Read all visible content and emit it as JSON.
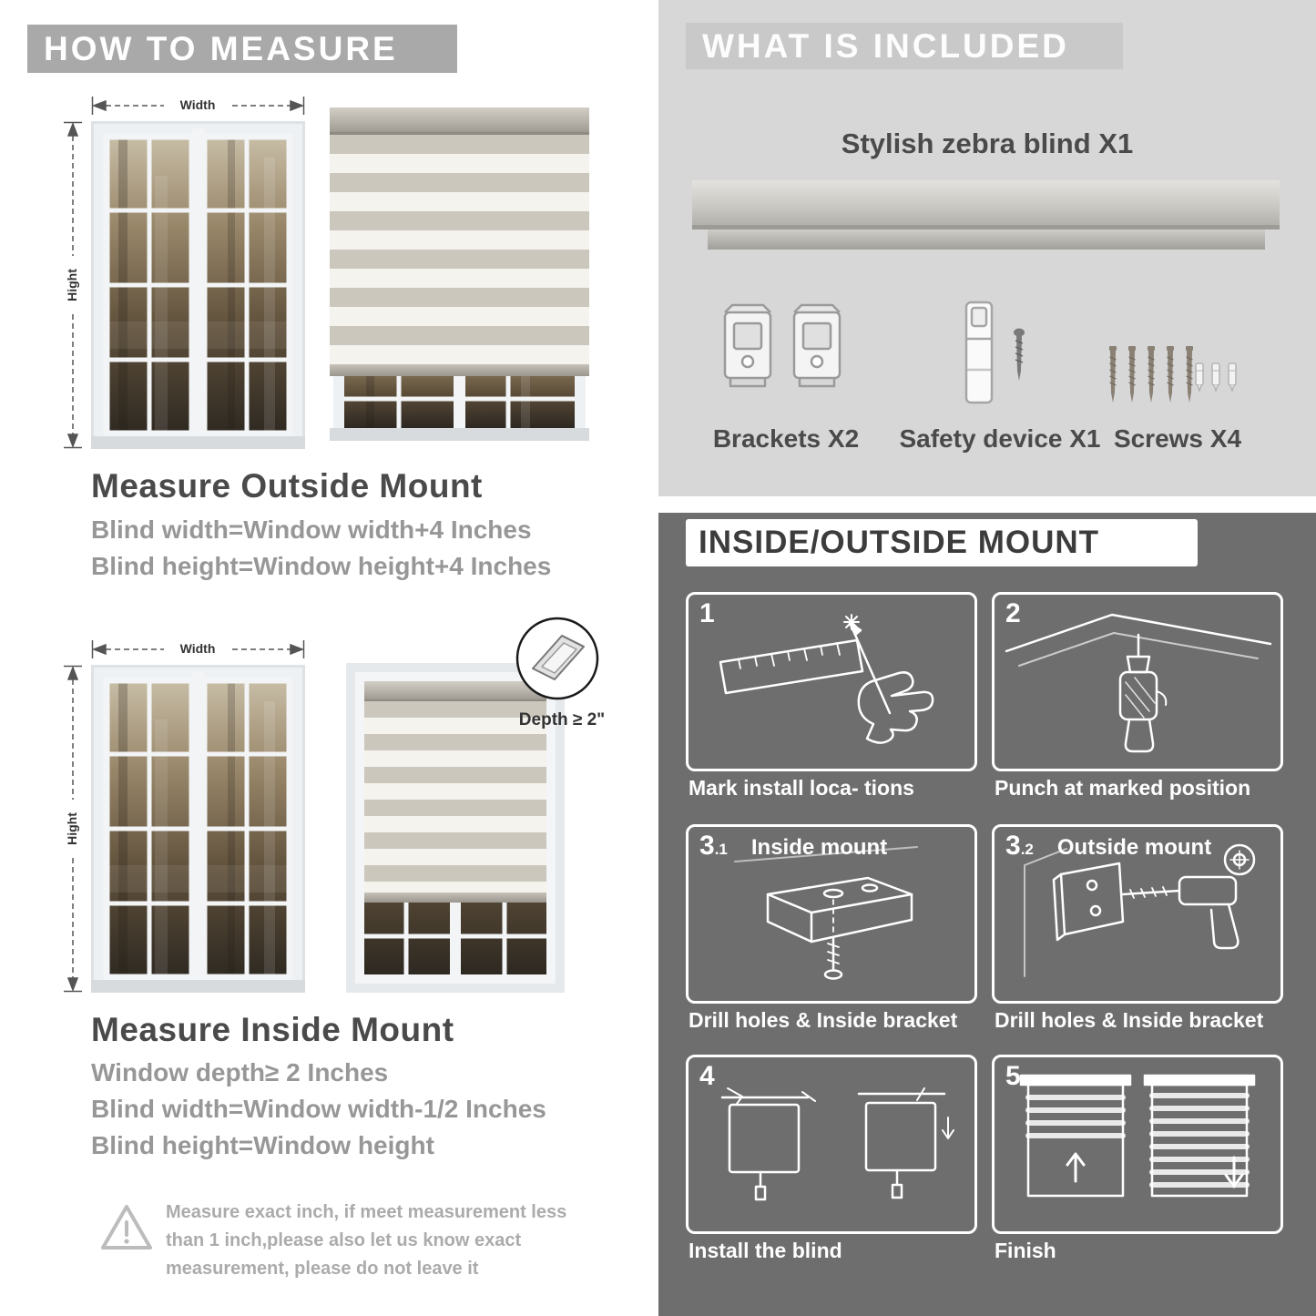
{
  "left": {
    "banner": "HOW TO MEASURE",
    "labels": {
      "width": "Width",
      "height": "Hight",
      "depth": "Depth ≥ 2\""
    },
    "outside": {
      "heading": "Measure Outside Mount",
      "lines": [
        "Blind width=Window width+4 Inches",
        "Blind height=Window height+4 Inches"
      ]
    },
    "inside": {
      "heading": "Measure Inside Mount",
      "lines": [
        "Window depth≥ 2 Inches",
        "Blind width=Window width-1/2 Inches",
        "Blind height=Window height"
      ]
    },
    "warning": "Measure exact inch, if meet measurement less than 1 inch,please also let us know exact measurement, please do not leave it"
  },
  "included": {
    "banner": "WHAT IS INCLUDED",
    "product": "Stylish zebra blind X1",
    "items": [
      "Brackets X2",
      "Safety device X1",
      "Screws X4"
    ]
  },
  "mount": {
    "banner": "INSIDE/OUTSIDE MOUNT",
    "steps": [
      {
        "num": "1",
        "sub": "",
        "title": "",
        "caption": "Mark install loca- tions"
      },
      {
        "num": "2",
        "sub": "",
        "title": "",
        "caption": "Punch at  marked position"
      },
      {
        "num": "3",
        "sub": ".1",
        "title": "Inside mount",
        "caption": "Drill holes &  Inside bracket"
      },
      {
        "num": "3",
        "sub": ".2",
        "title": "Outside mount",
        "caption": "Drill holes &  Inside bracket"
      },
      {
        "num": "4",
        "sub": "",
        "title": "",
        "caption": "Install the blind"
      },
      {
        "num": "5",
        "sub": "",
        "title": "",
        "caption": "Finish"
      }
    ]
  },
  "colors": {
    "banner_gray": "#a9a9a9",
    "panel_light": "#d7d7d7",
    "panel_dark": "#6e6e6e"
  }
}
